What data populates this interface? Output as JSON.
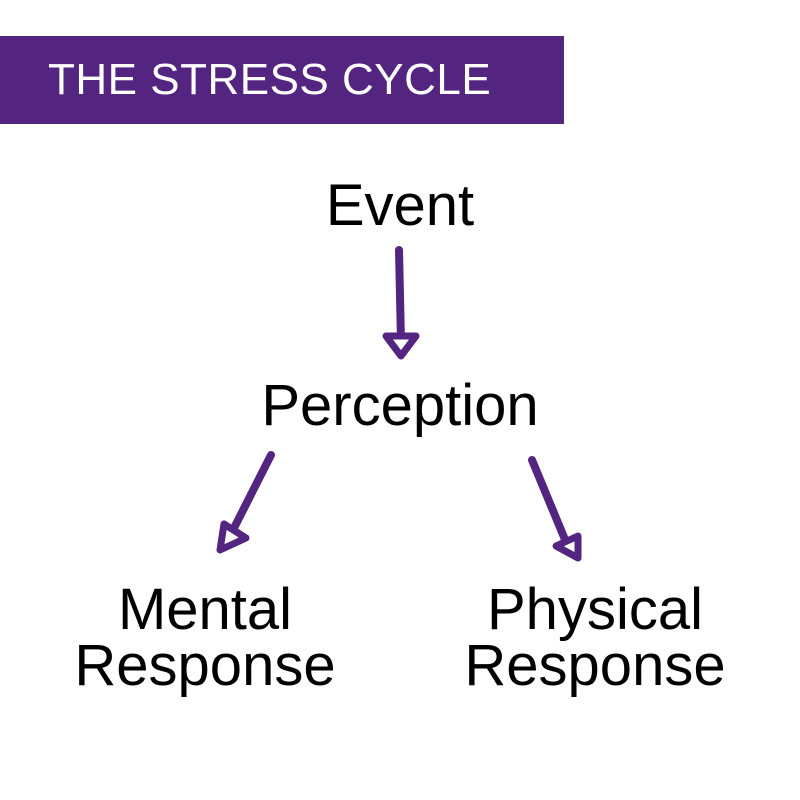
{
  "title": "THE STRESS CYCLE",
  "nodes": {
    "event": "Event",
    "perception": "Perception",
    "mental": [
      "Mental",
      "Response"
    ],
    "physical": [
      "Physical",
      "Response"
    ]
  },
  "colors": {
    "accent": "#532581",
    "text": "#000000",
    "title_text": "#ffffff",
    "background": "#ffffff"
  }
}
